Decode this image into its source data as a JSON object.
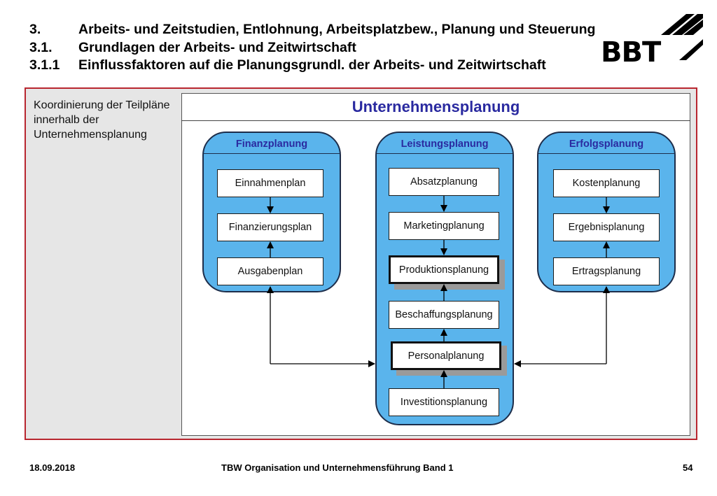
{
  "header": {
    "lines": [
      {
        "num": "3.",
        "text": "Arbeits- und Zeitstudien, Entlohnung, Arbeitsplatzbew., Planung und Steuerung"
      },
      {
        "num": "3.1.",
        "text": "Grundlagen der Arbeits- und Zeitwirtschaft"
      },
      {
        "num": "3.1.1",
        "text": "Einflussfaktoren auf die Planungsgrundl. der Arbeits- und Zeitwirtschaft"
      }
    ],
    "logo_text": "BBT"
  },
  "intro_text": "Koordinierung der Teilpläne innerhalb der Unternehmensplanung",
  "diagram": {
    "title": "Unternehmensplanung",
    "columns": [
      {
        "title": "Finanzplanung",
        "boxes": [
          "Einnahmenplan",
          "Finanzierungsplan",
          "Ausgabenplan"
        ]
      },
      {
        "title": "Leistungsplanung",
        "boxes": [
          "Absatzplanung",
          "Marketingplanung",
          "Produktionsplanung",
          "Beschaffungsplanung",
          "Personalplanung",
          "Investitionsplanung"
        ]
      },
      {
        "title": "Erfolgsplanung",
        "boxes": [
          "Kostenplanung",
          "Ergebnisplanung",
          "Ertragsplanung"
        ]
      }
    ]
  },
  "colors": {
    "column_fill": "#5ab4ec",
    "title_blue": "#2a2aa0",
    "frame_red": "#b8262f"
  },
  "footer": {
    "date": "18.09.2018",
    "title": "TBW Organisation und Unternehmensführung Band 1",
    "page": "54"
  }
}
